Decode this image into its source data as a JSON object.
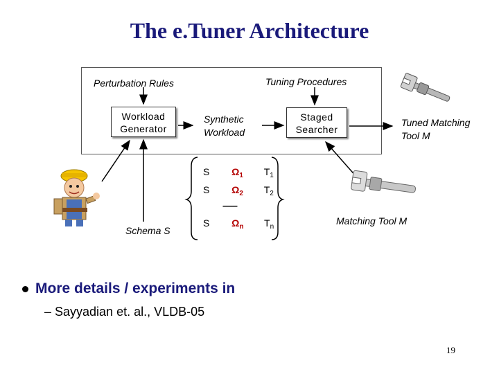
{
  "title": "The e.Tuner Architecture",
  "labels": {
    "perturbation_rules": "Perturbation Rules",
    "tuning_procedures": "Tuning Procedures",
    "workload_generator_line1": "Workload",
    "workload_generator_line2": "Generator",
    "synthetic_workload_line1": "Synthetic",
    "synthetic_workload_line2": "Workload",
    "staged_searcher_line1": "Staged",
    "staged_searcher_line2": "Searcher",
    "tuned_tool_line1": "Tuned Matching",
    "tuned_tool_line2": "Tool  M",
    "matching_tool": "Matching Tool M",
    "schema": "Schema S"
  },
  "workload_rows": [
    {
      "s": "S",
      "omega": "Ω",
      "omega_sub": "1",
      "t": "T",
      "t_sub": "1"
    },
    {
      "s": "S",
      "omega": "Ω",
      "omega_sub": "2",
      "t": "T",
      "t_sub": "2"
    },
    {
      "s": "S",
      "omega": "Ω",
      "omega_sub": "n",
      "t": "T",
      "t_sub": "n"
    }
  ],
  "separator": "-------",
  "bullet": {
    "main": "More details / experiments in",
    "sub": "– Sayyadian et. al., VLDB-05"
  },
  "page_number": "19",
  "colors": {
    "title": "#1a1a7a",
    "omega": "#b40000",
    "bullet_text": "#1a1a7a"
  },
  "icons": [
    "builder-icon",
    "wrench-icon"
  ]
}
